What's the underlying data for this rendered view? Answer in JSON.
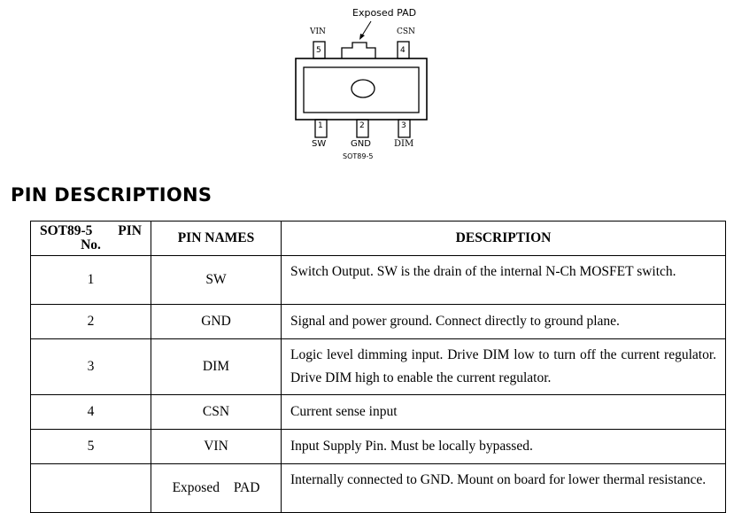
{
  "diagram": {
    "exposed_pad_label": "Exposed PAD",
    "top_pins": [
      {
        "number": "5",
        "label": "VIN"
      },
      {
        "number": "4",
        "label": "CSN"
      }
    ],
    "bottom_pins": [
      {
        "number": "1",
        "label": "SW"
      },
      {
        "number": "2",
        "label": "GND"
      },
      {
        "number": "3",
        "label": "DIM"
      }
    ],
    "package_label": "SOT89-5"
  },
  "section_title": "PIN DESCRIPTIONS",
  "table": {
    "headers": {
      "pin_no_line1": "SOT89-5 PIN",
      "pin_no_line2": "No.",
      "pin_names": "PIN NAMES",
      "description": "DESCRIPTION"
    },
    "rows": [
      {
        "pin": "1",
        "name": "SW",
        "description": "Switch Output. SW is the drain of the internal N-Ch MOSFET switch."
      },
      {
        "pin": "2",
        "name": "GND",
        "description": "Signal and power ground. Connect directly to ground plane."
      },
      {
        "pin": "3",
        "name": "DIM",
        "description": "Logic level dimming input. Drive DIM low to turn off the current regulator. Drive DIM high to enable the current regulator."
      },
      {
        "pin": "4",
        "name": "CSN",
        "description": "Current sense input"
      },
      {
        "pin": "5",
        "name": "VIN",
        "description": "Input Supply Pin. Must be locally bypassed."
      },
      {
        "pin": "",
        "name": "Exposed PAD",
        "description": "Internally connected to GND. Mount on board for lower thermal resistance."
      }
    ]
  }
}
